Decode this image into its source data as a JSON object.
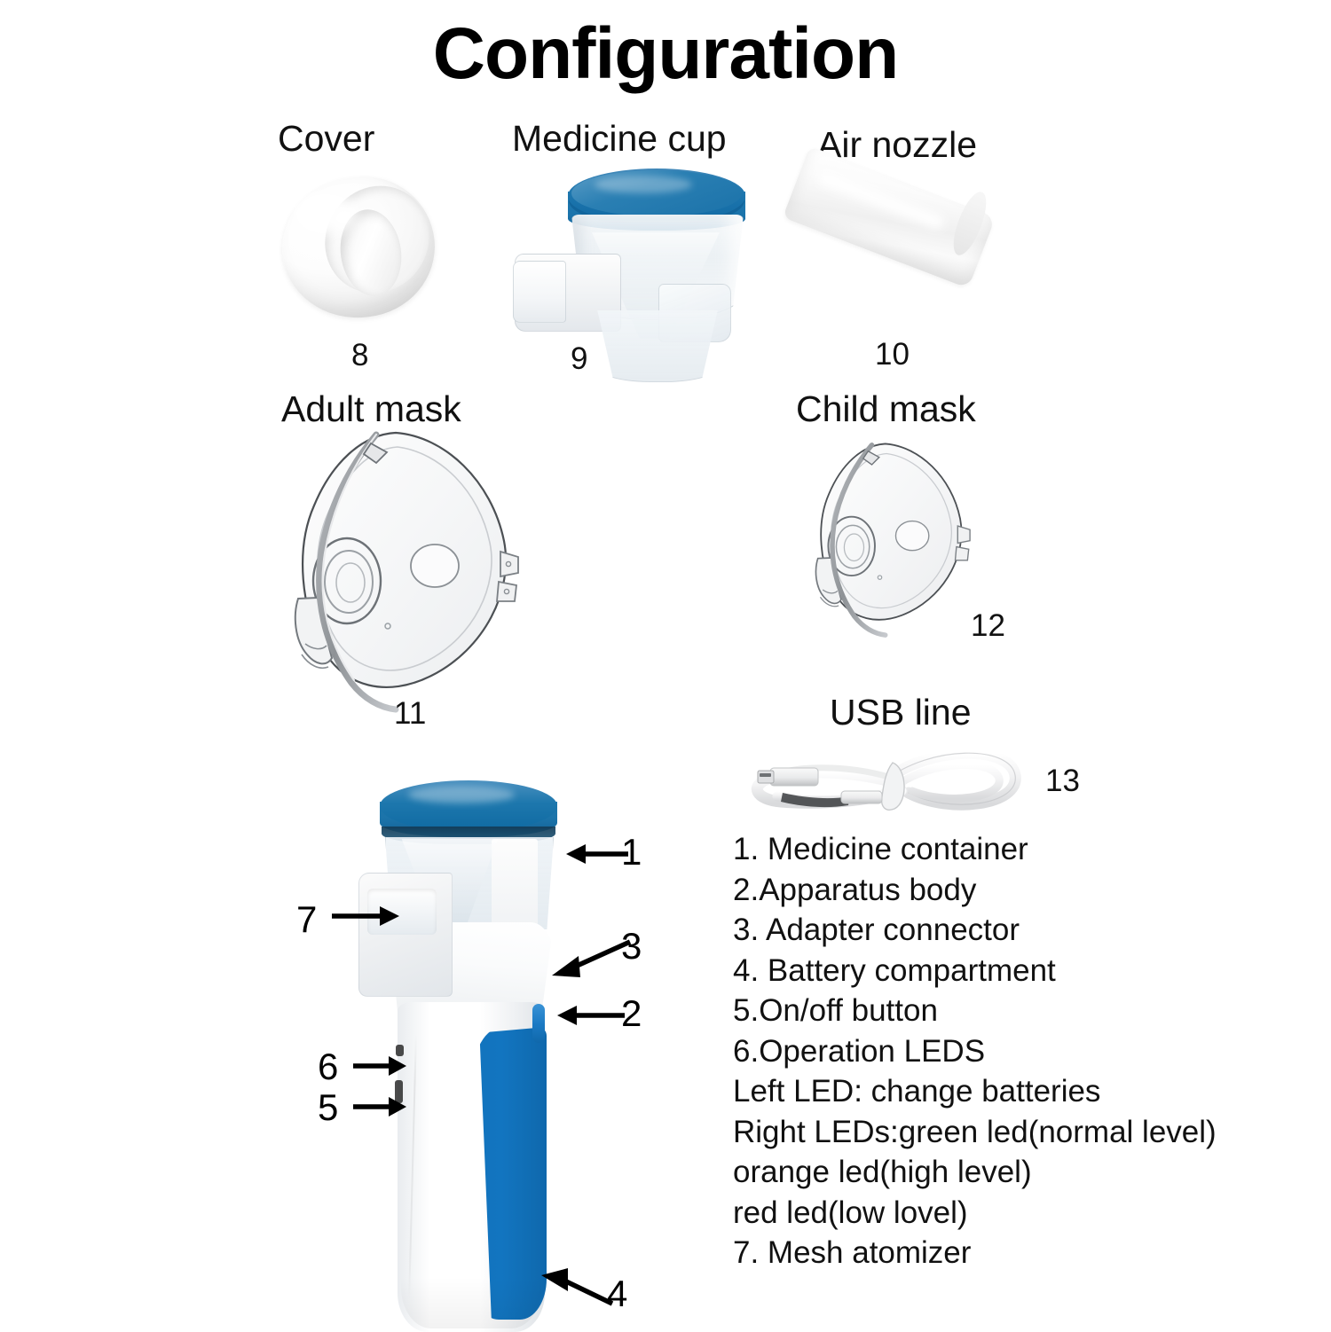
{
  "title": "Configuration",
  "parts": [
    {
      "key": "cover",
      "label": "Cover",
      "number": "8"
    },
    {
      "key": "medicine_cup",
      "label": "Medicine cup",
      "number": "9"
    },
    {
      "key": "air_nozzle",
      "label": "Air nozzle",
      "number": "10"
    },
    {
      "key": "adult_mask",
      "label": "Adult mask",
      "number": "11"
    },
    {
      "key": "child_mask",
      "label": "Child mask",
      "number": "12"
    },
    {
      "key": "usb_line",
      "label": "USB line",
      "number": "13"
    }
  ],
  "callouts": [
    {
      "key": "callout_1",
      "number": "1",
      "direction": "left"
    },
    {
      "key": "callout_2",
      "number": "2",
      "direction": "left"
    },
    {
      "key": "callout_3",
      "number": "3",
      "direction": "left-down"
    },
    {
      "key": "callout_4",
      "number": "4",
      "direction": "left-up"
    },
    {
      "key": "callout_5",
      "number": "5",
      "direction": "right"
    },
    {
      "key": "callout_6",
      "number": "6",
      "direction": "right"
    },
    {
      "key": "callout_7",
      "number": "7",
      "direction": "right"
    }
  ],
  "spec_list": [
    "1. Medicine container",
    "2.Apparatus body",
    "3. Adapter connector",
    "4. Battery compartment",
    "5.On/off button",
    "6.Operation LEDS",
    "Left LED: change batteries",
    "Right LEDs:green led(normal level)",
    "orange led(high level)",
    "red led(low lovel)",
    "7. Mesh atomizer"
  ],
  "colors": {
    "background": "#ffffff",
    "text": "#111111",
    "lid_blue": "#1b76ad",
    "grip_blue": "#1273bd",
    "button_blue": "#1b7ac4",
    "arrow": "#000000"
  }
}
